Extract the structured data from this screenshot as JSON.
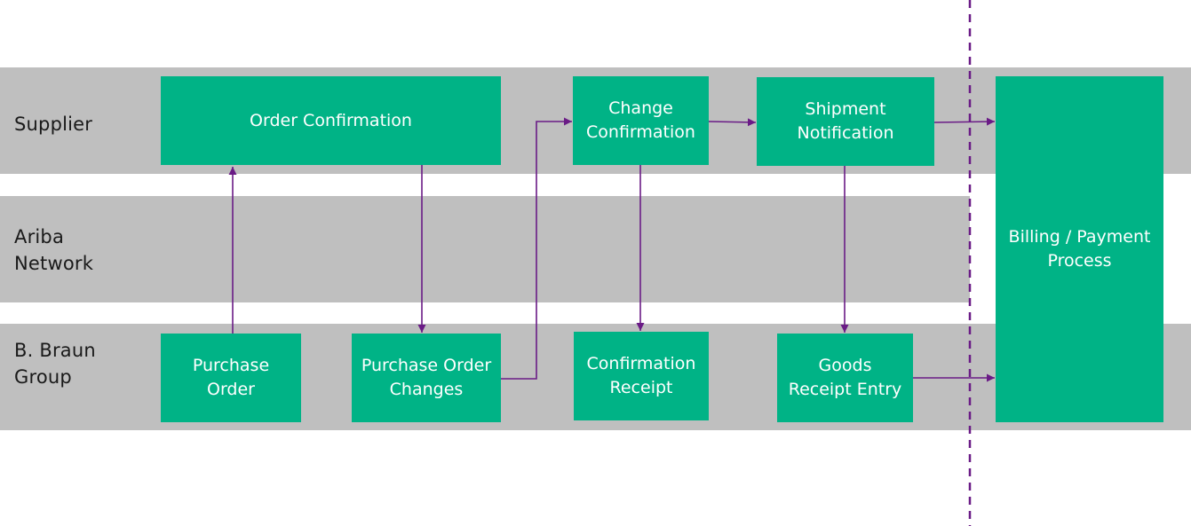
{
  "lanes": {
    "supplier": "Supplier",
    "ariba": "Ariba\nNetwork",
    "braun": "B. Braun\nGroup"
  },
  "boxes": {
    "order_confirmation": "Order Confirmation",
    "change_confirmation": "Change\nConfirmation",
    "shipment_notification": "Shipment\nNotification",
    "billing_payment": "Billing / Payment\nProcess",
    "purchase_order": "Purchase\nOrder",
    "po_changes": "Purchase Order\nChanges",
    "confirmation_receipt": "Confirmation\nReceipt",
    "goods_receipt": "Goods\nReceipt Entry"
  },
  "colors": {
    "lane": "#bfbfbf",
    "box": "#00b386",
    "arrow": "#6a1b86",
    "divider": "#6a1b86"
  }
}
